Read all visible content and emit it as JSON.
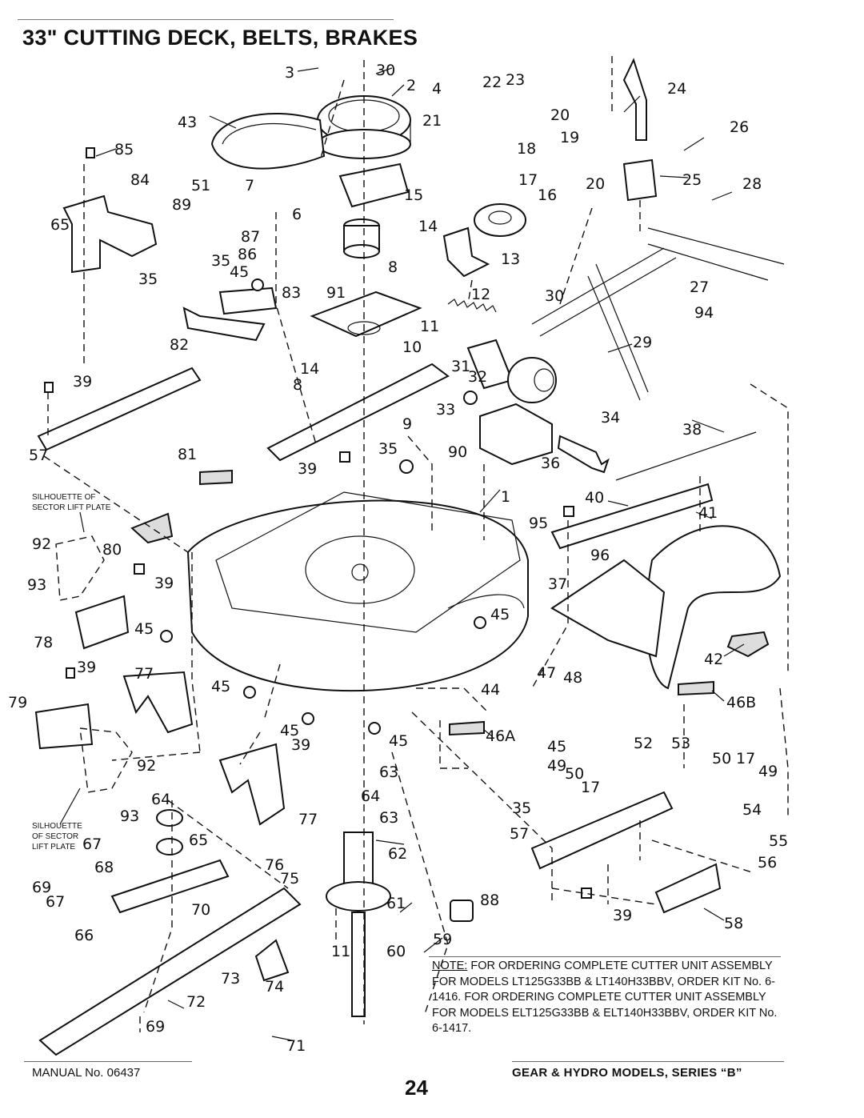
{
  "title": "33\" CUTTING DECK, BELTS, BRAKES",
  "part_labels": [
    "1",
    "2",
    "3",
    "4",
    "6",
    "7",
    "8",
    "8",
    "9",
    "10",
    "11",
    "11",
    "12",
    "13",
    "14",
    "14",
    "15",
    "16",
    "17",
    "17",
    "17",
    "18",
    "19",
    "20",
    "20",
    "21",
    "22",
    "23",
    "24",
    "25",
    "26",
    "27",
    "28",
    "29",
    "30",
    "30",
    "31",
    "32",
    "33",
    "34",
    "35",
    "35",
    "35",
    "35",
    "36",
    "37",
    "38",
    "39",
    "39",
    "39",
    "39",
    "39",
    "39",
    "40",
    "41",
    "42",
    "43",
    "44",
    "45",
    "45",
    "45",
    "45",
    "45",
    "45",
    "45",
    "46A",
    "46B",
    "47",
    "48",
    "49",
    "49",
    "50",
    "50",
    "51",
    "52",
    "53",
    "54",
    "55",
    "56",
    "57",
    "57",
    "58",
    "59",
    "60",
    "61",
    "62",
    "63",
    "63",
    "64",
    "64",
    "65",
    "65",
    "66",
    "67",
    "67",
    "68",
    "69",
    "69",
    "70",
    "71",
    "72",
    "73",
    "74",
    "75",
    "76",
    "77",
    "77",
    "78",
    "79",
    "80",
    "81",
    "82",
    "83",
    "84",
    "85",
    "86",
    "87",
    "88",
    "89",
    "90",
    "91",
    "92",
    "92",
    "93",
    "93",
    "94",
    "95",
    "96"
  ],
  "silhouette_labels": {
    "upper": [
      "SILHOUETTE OF",
      "SECTOR LIFT PLATE"
    ],
    "lower": [
      "SILHOUETTE",
      "OF SECTOR",
      "LIFT PLATE"
    ]
  },
  "note": {
    "label": "NOTE:",
    "text": "FOR ORDERING COMPLETE CUTTER UNIT ASSEMBLY FOR MODELS LT125G33BB & LT140H33BBV, ORDER KIT No. 6-1416. FOR ORDERING COMPLETE CUTTER UNIT ASSEMBLY FOR MODELS ELT125G33BB & ELT140H33BBV, ORDER KIT No. 6-1417."
  },
  "footer": {
    "manual": "MANUAL No. 06437",
    "page_number": "24",
    "series": "GEAR & HYDRO MODELS, SERIES “B”"
  }
}
